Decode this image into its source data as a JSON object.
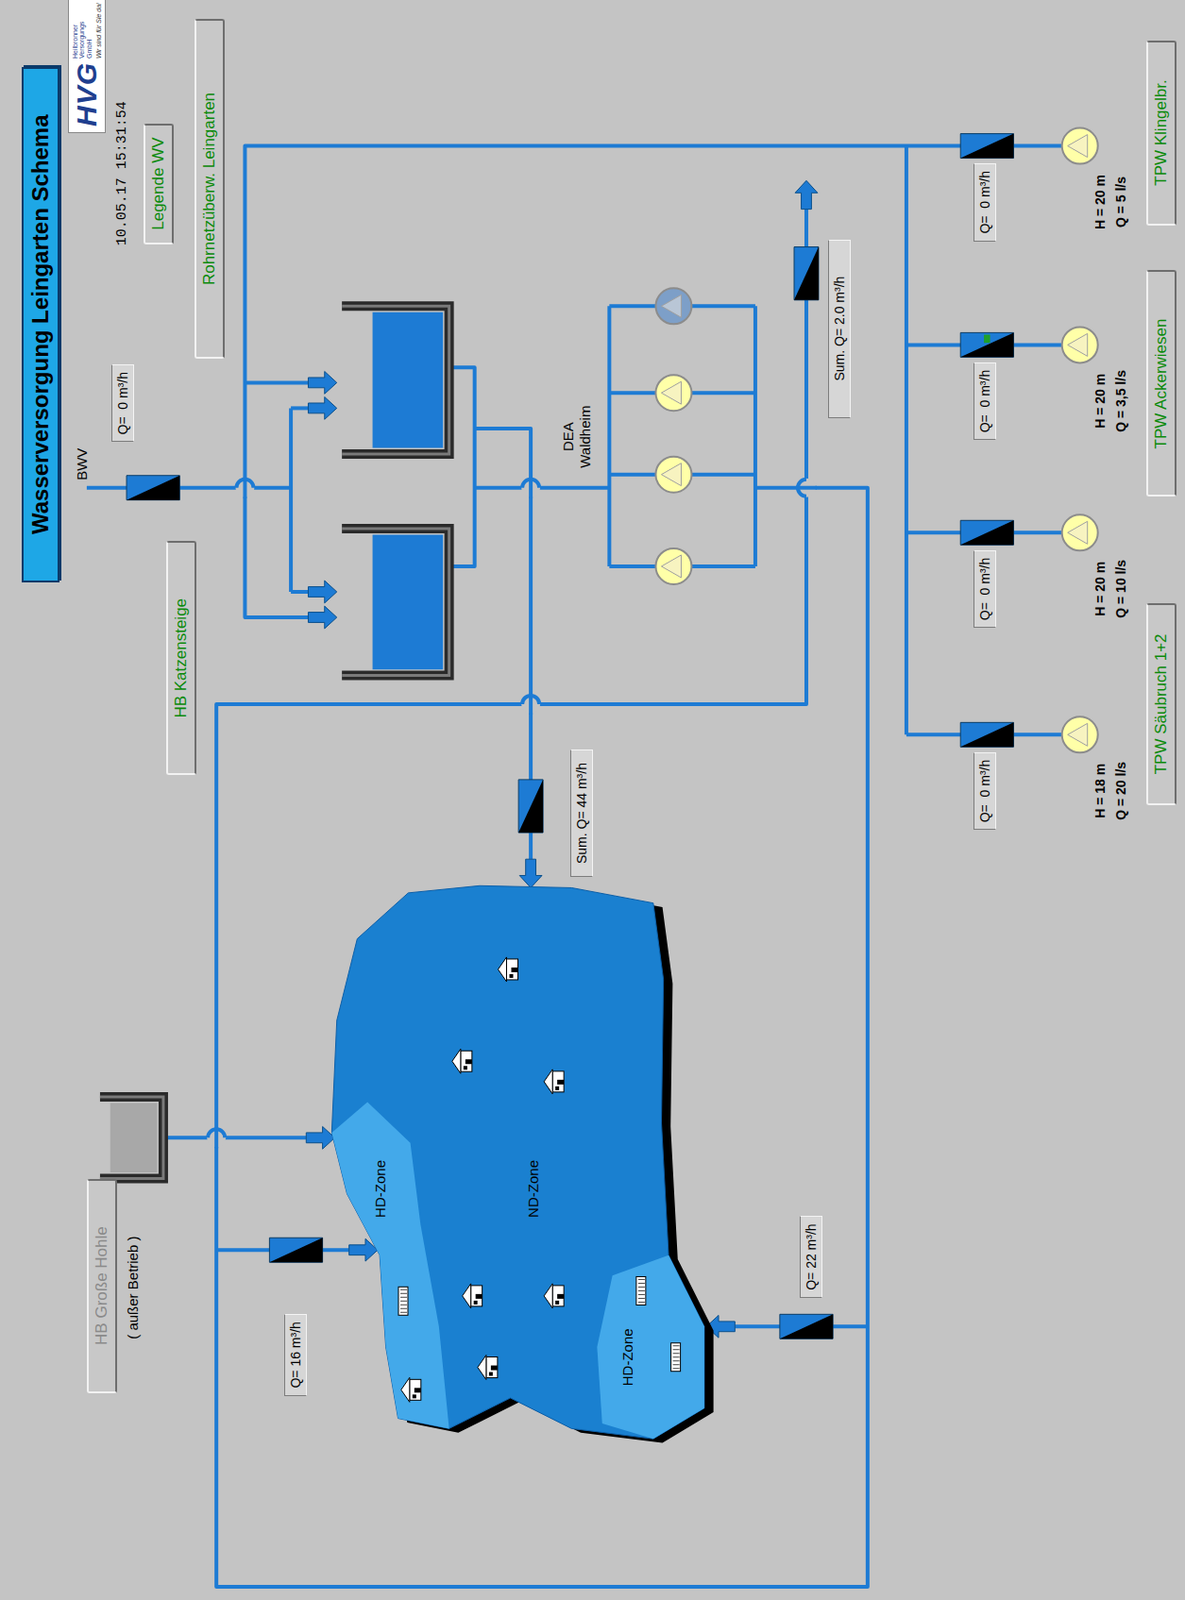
{
  "diagram": {
    "title": "Wasserversorgung Leingarten Schema",
    "nodes": [
      {
        "text": [
          "HVG",
          "Heilbronner Versorgungs GmbH",
          "Wir sind für Sie da!"
        ]
      },
      {
        "text": [
          "Legende WV"
        ]
      },
      {
        "text": [
          "Rohrnetzüberw. Leingarten"
        ]
      },
      {
        "text": [
          "Q=  0 m³/h"
        ]
      },
      {
        "text": [
          "HB Katzensteige"
        ]
      },
      {
        "text": [
          "Sum. Q= 2.0 m³/h"
        ]
      },
      {
        "text": [
          "Q=  0 m³/h"
        ]
      },
      {
        "text": [
          "Q=  0 m³/h"
        ]
      },
      {
        "text": [
          "Q=  0 m³/h"
        ]
      },
      {
        "text": [
          "Q=  0 m³/h"
        ]
      },
      {
        "text": [
          "TPW Säubruch 1+2"
        ]
      },
      {
        "text": [
          "TPW Ackerwiesen"
        ]
      },
      {
        "text": [
          "TPW Klingelbr."
        ]
      },
      {
        "text": [
          "Sum. Q= 44 m³/h"
        ]
      },
      {
        "text": [
          "HB Große Hohle"
        ]
      },
      {
        "text": [
          "Q= 16 m³/h"
        ]
      },
      {
        "text": [
          "Q= 22 m³/h"
        ]
      },
      {
        "text": [
          "ND-Zone"
        ]
      },
      {
        "text": [
          "HD-Zone"
        ],
        "in": 17
      },
      {
        "text": [
          "HD-Zone"
        ],
        "in": 17
      }
    ],
    "labels": [
      "10.05.17 15:31:54",
      "BWV",
      "DEA Waldheim",
      "( außer Betrieb )",
      "H = 18 m",
      "Q = 20 l/s",
      "H = 20 m",
      "Q = 10 l/s",
      "H = 20 m",
      "Q = 3,5 l/s",
      "H = 20 m",
      "Q = 5 l/s"
    ]
  }
}
